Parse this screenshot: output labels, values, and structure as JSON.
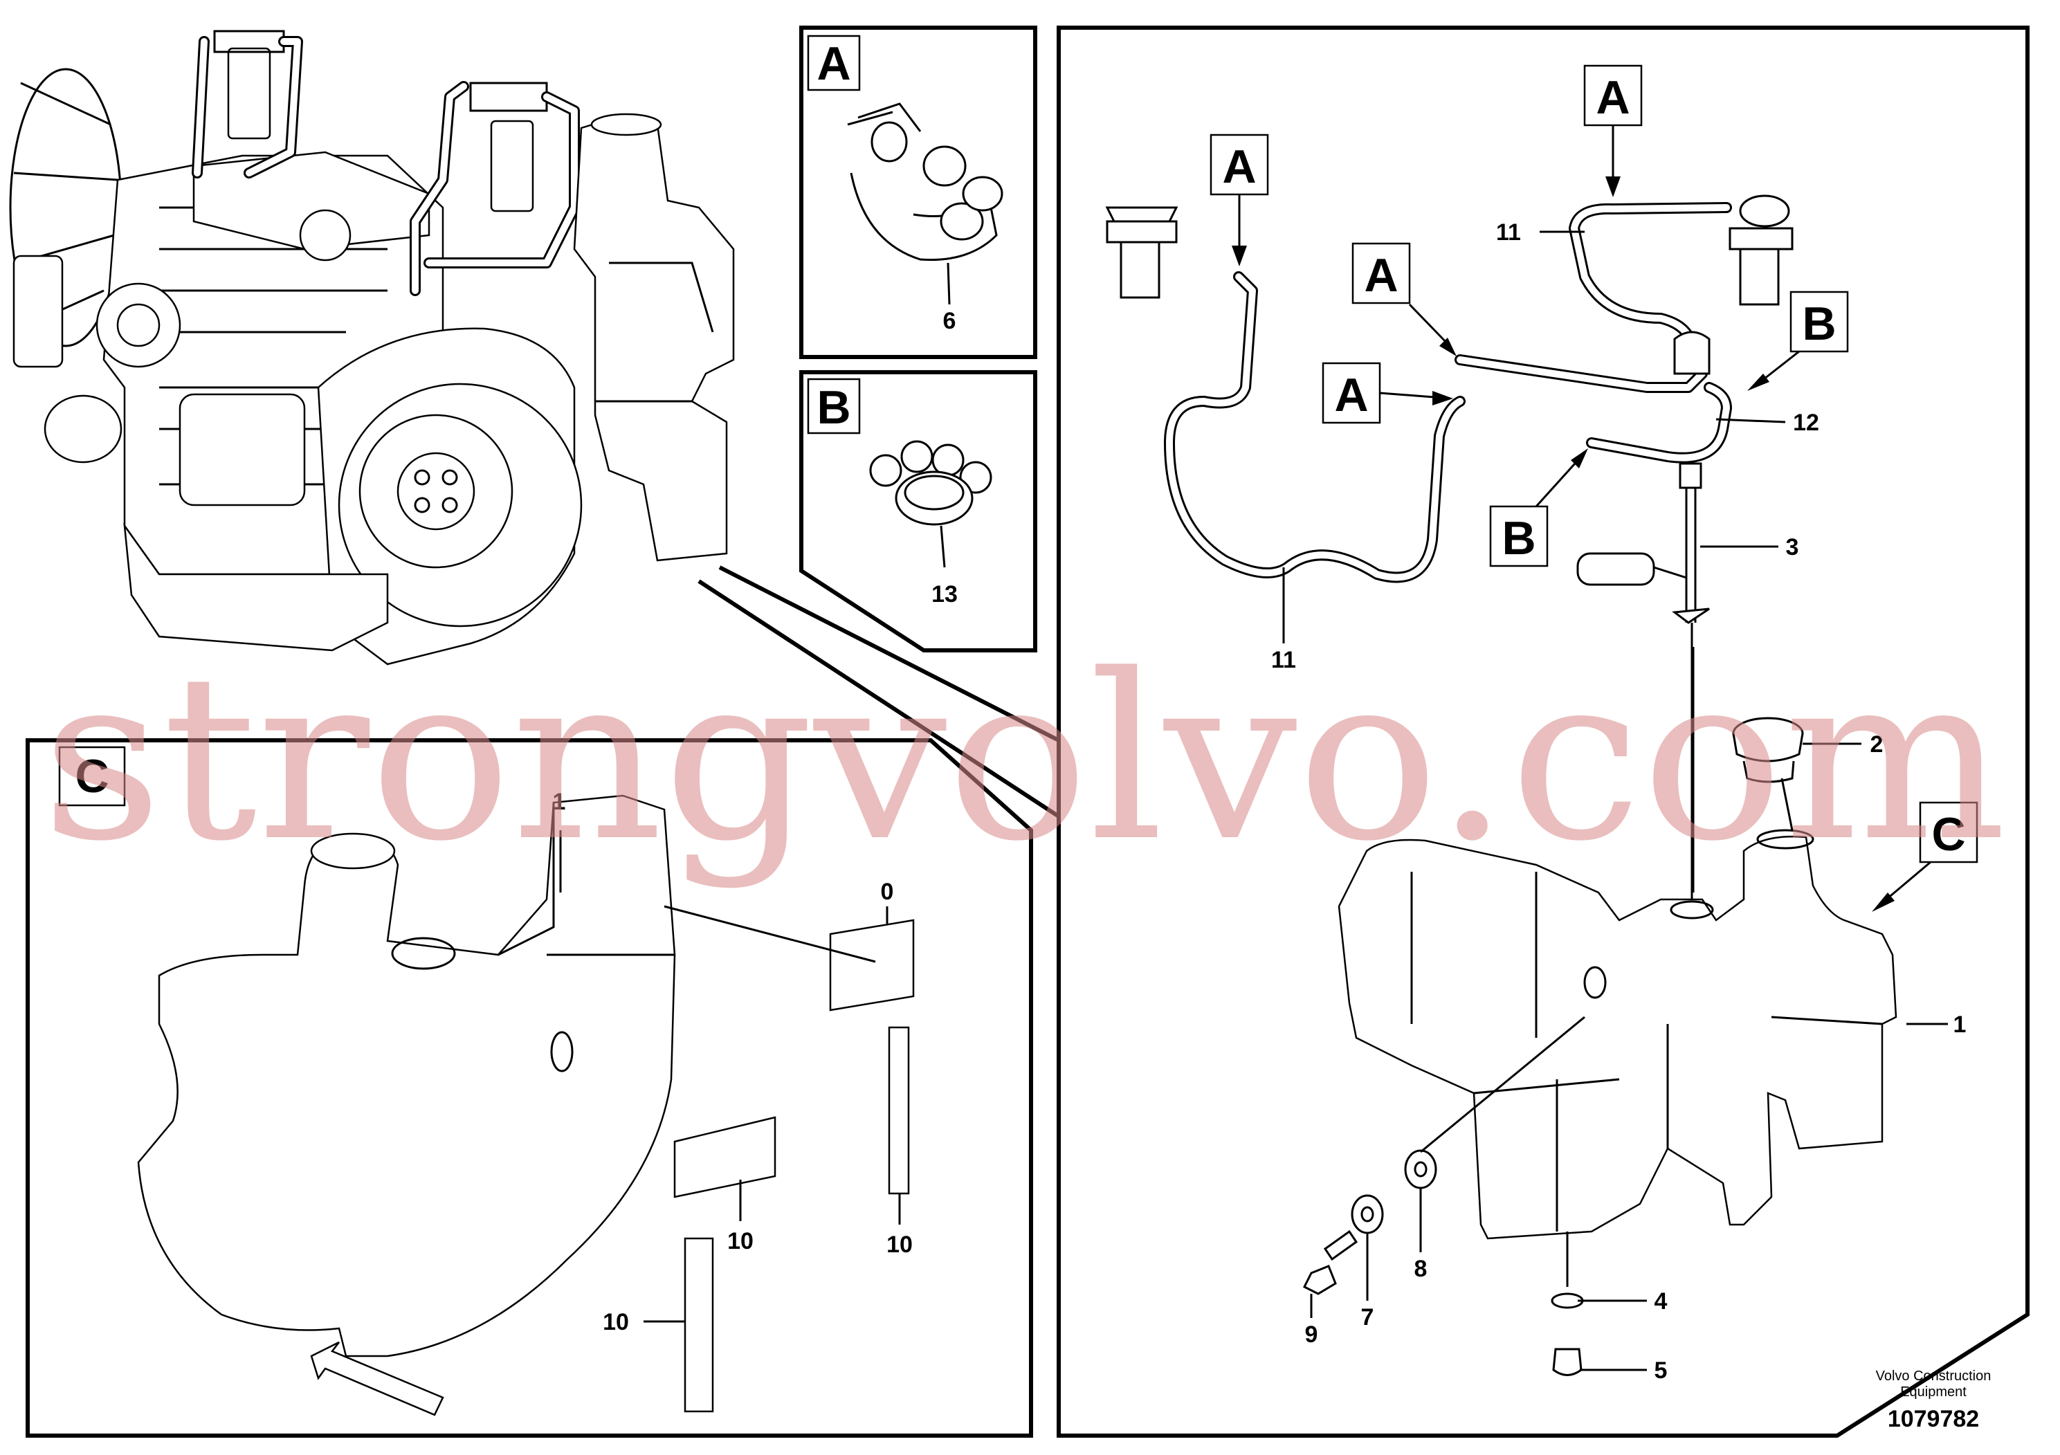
{
  "boxes": {
    "A": "A",
    "B": "B",
    "C": "C"
  },
  "callouts": {
    "p0": "0",
    "p1": "1",
    "p2": "2",
    "p3": "3",
    "p4": "4",
    "p5": "5",
    "p6": "6",
    "p7": "7",
    "p8": "8",
    "p9": "9",
    "p10": "10",
    "p11": "11",
    "p12": "12",
    "p13": "13"
  },
  "footer": {
    "line1": "Volvo Construction",
    "line2": "Equipment",
    "drawing_number": "1079782"
  },
  "watermark": "strongvolvo.com"
}
